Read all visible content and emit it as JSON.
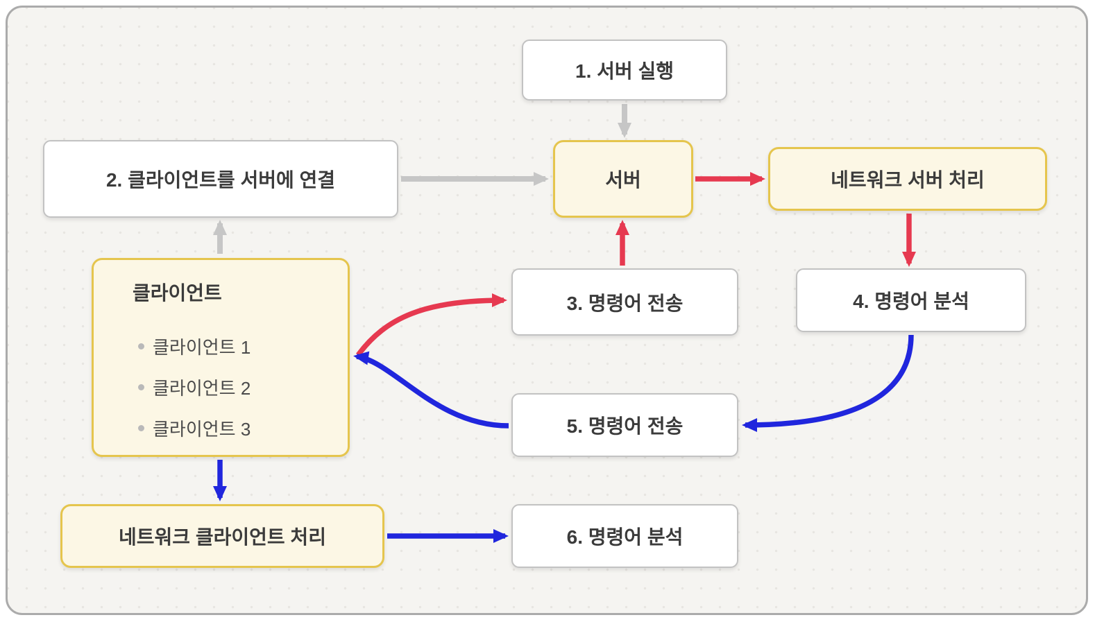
{
  "diagram": {
    "nodes": {
      "step1": {
        "label": "1. 서버 실행"
      },
      "step2": {
        "label": "2. 클라이언트를 서버에 연결"
      },
      "server": {
        "label": "서버"
      },
      "network_server": {
        "label": "네트워크 서버 처리"
      },
      "step3": {
        "label": "3. 명령어 전송"
      },
      "step4": {
        "label": "4. 명령어 분석"
      },
      "client": {
        "title": "클라이언트",
        "items": [
          "클라이언트 1",
          "클라이언트 2",
          "클라이언트 3"
        ]
      },
      "step5": {
        "label": "5. 명령어 전송"
      },
      "network_client": {
        "label": "네트워크 클라이언트 처리"
      },
      "step6": {
        "label": "6. 명령어 분석"
      }
    },
    "edges": [
      {
        "id": "step1-to-server",
        "from": "step1",
        "to": "server",
        "color": "gray"
      },
      {
        "id": "step2-to-server",
        "from": "step2",
        "to": "server",
        "color": "gray"
      },
      {
        "id": "client-to-step2",
        "from": "client",
        "to": "step2",
        "color": "gray"
      },
      {
        "id": "server-to-network-server",
        "from": "server",
        "to": "network_server",
        "color": "red"
      },
      {
        "id": "network-server-to-step4",
        "from": "network_server",
        "to": "step4",
        "color": "red"
      },
      {
        "id": "step3-to-server",
        "from": "step3",
        "to": "server",
        "color": "red"
      },
      {
        "id": "client-to-step3",
        "from": "client",
        "to": "step3",
        "color": "red"
      },
      {
        "id": "step4-to-step5",
        "from": "step4",
        "to": "step5",
        "color": "blue"
      },
      {
        "id": "step5-to-client",
        "from": "step5",
        "to": "client",
        "color": "blue"
      },
      {
        "id": "client-to-network-client",
        "from": "client",
        "to": "network_client",
        "color": "blue"
      },
      {
        "id": "network-client-to-step6",
        "from": "network_client",
        "to": "step6",
        "color": "blue"
      }
    ]
  },
  "colors": {
    "arrow-gray": "#c6c6c6",
    "arrow-red": "#e63950",
    "arrow-blue": "#2026dd",
    "gold-border": "#e5c54d",
    "cream-fill": "#fcf7e5"
  }
}
